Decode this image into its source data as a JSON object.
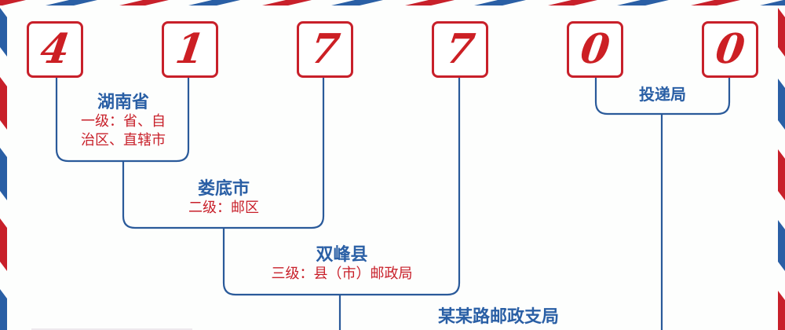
{
  "colors": {
    "red": "#c8202a",
    "blue": "#2a5fa5",
    "line_blue": "#2a5a9a",
    "background": "#fdfefd"
  },
  "postal_code": {
    "digits": [
      "4",
      "1",
      "7",
      "7",
      "0",
      "0"
    ]
  },
  "levels": [
    {
      "title": "湖南省",
      "subtitle_line1": "一级：省、自",
      "subtitle_line2": "治区、直辖市"
    },
    {
      "title": "娄底市",
      "subtitle_line1": "二级：邮区"
    },
    {
      "title": "双峰县",
      "subtitle_line1": "三级：县（市）邮政局"
    },
    {
      "title": "某某路邮政支局"
    }
  ],
  "delivery": {
    "title": "投递局"
  }
}
